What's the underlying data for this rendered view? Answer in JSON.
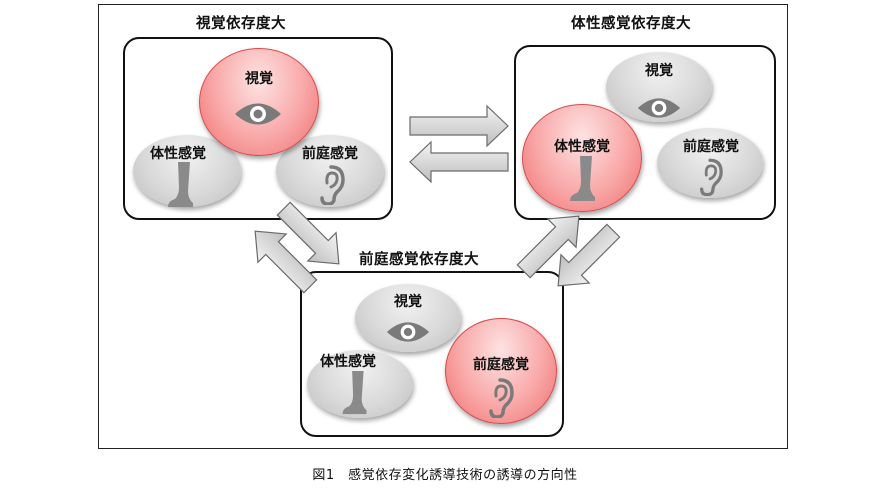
{
  "panels": {
    "visual": {
      "title": "視覚依存度大",
      "labels": {
        "visual": "視覚",
        "somato": "体性感覚",
        "vestib": "前庭感覚"
      }
    },
    "somatosensory": {
      "title": "体性感覚依存度大",
      "labels": {
        "visual": "視覚",
        "somato": "体性感覚",
        "vestib": "前庭感覚"
      }
    },
    "vestibular": {
      "title": "前庭感覚依存度大",
      "labels": {
        "visual": "視覚",
        "somato": "体性感覚",
        "vestib": "前庭感覚"
      }
    }
  },
  "caption": "図1　感覚依存変化誘導技術の誘導の方向性",
  "colors": {
    "highlight": "#f9a7a7",
    "neutral": "#d9d9d9",
    "icon": "#7a7a7a"
  },
  "icons": [
    "eye-icon",
    "leg-icon",
    "ear-icon",
    "double-arrow-icon"
  ]
}
